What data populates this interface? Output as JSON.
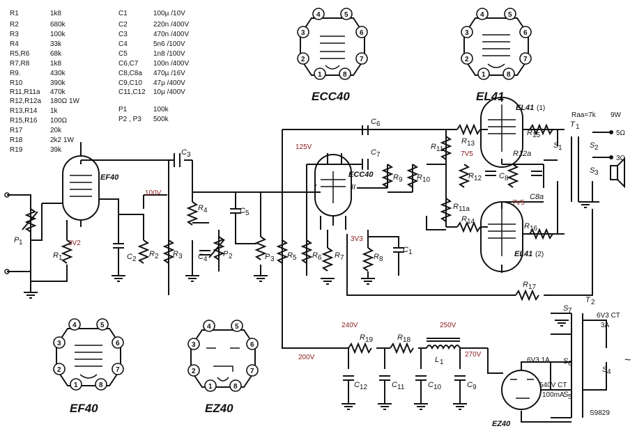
{
  "parts_list": [
    {
      "ref": "R1",
      "value": "1k8"
    },
    {
      "ref": "R2",
      "value": "680k"
    },
    {
      "ref": "R3",
      "value": "100k"
    },
    {
      "ref": "R4",
      "value": "33k"
    },
    {
      "ref": "R5,R6",
      "value": "68k"
    },
    {
      "ref": "R7,R8",
      "value": "1k8"
    },
    {
      "ref": "R9.",
      "value": "430k"
    },
    {
      "ref": "R10",
      "value": "390k"
    },
    {
      "ref": "R11,R11a",
      "value": "470k"
    },
    {
      "ref": "R12,R12a",
      "value": "180Ω 1W"
    },
    {
      "ref": "R13,R14",
      "value": "1k"
    },
    {
      "ref": "R15,R16",
      "value": "100Ω"
    },
    {
      "ref": "R17",
      "value": "20k"
    },
    {
      "ref": "R18",
      "value": "2k2 1W"
    },
    {
      "ref": "R19",
      "value": "39k"
    }
  ],
  "caps_list": [
    {
      "ref": "C1",
      "value": "100µ /10V"
    },
    {
      "ref": "C2",
      "value": "220n /400V"
    },
    {
      "ref": "C3",
      "value": "470n /400V"
    },
    {
      "ref": "C4",
      "value": "5n6 /100V"
    },
    {
      "ref": "C5",
      "value": "1n8 /100V"
    },
    {
      "ref": "C6,C7",
      "value": "100n /400V"
    },
    {
      "ref": "C8,C8a",
      "value": "470µ /16V"
    },
    {
      "ref": "C9,C10",
      "value": "47µ /400V"
    },
    {
      "ref": "C11,C12",
      "value": "10µ /400V"
    }
  ],
  "pots_list": [
    {
      "ref": "P1",
      "value": "100k"
    },
    {
      "ref": "P2 , P3",
      "value": "500k"
    }
  ],
  "tubes": {
    "ecc40": "ECC40",
    "el41": "EL41",
    "ef40": "EF40",
    "ez40": "EZ40",
    "ef40_sch": "EF40",
    "ecc40_sch": "ECC40",
    "el41_1": "EL41",
    "el41_1n": "(1)",
    "el41_2": "EL41",
    "el41_2n": "(2)",
    "ez40_sch": "EZ40"
  },
  "pinouts": {
    "ecc40": [
      "4",
      "5",
      "3",
      "6",
      "2",
      "7",
      "1",
      "8"
    ],
    "el41": [
      "4",
      "5",
      "3",
      "6",
      "2",
      "7",
      "1",
      "8"
    ],
    "ef40": [
      "4",
      "5",
      "3",
      "6",
      "2",
      "7",
      "1",
      "8"
    ],
    "ez40": [
      "4",
      "5",
      "3",
      "6",
      "2",
      "7",
      "1",
      "8"
    ]
  },
  "voltages": {
    "v100": "100V",
    "v2v2": "2V2",
    "v125": "125V",
    "v3v3": "3V3",
    "v7v5a": "7V5",
    "v7v5b": "7V5",
    "v240": "240V",
    "v250": "250V",
    "v200": "200V",
    "v270": "270V"
  },
  "labels": {
    "P1": "P",
    "P1s": "1",
    "R1": "R",
    "R1s": "1",
    "C2": "C",
    "C2s": "2",
    "R2": "R",
    "R2s": "2",
    "R3": "R",
    "R3s": "3",
    "C3": "C",
    "C3s": "3",
    "R4": "R",
    "R4s": "4",
    "C4": "C",
    "C4s": "4",
    "C5": "C",
    "C5s": "5",
    "P2": "P",
    "P2s": "2",
    "P3": "P",
    "P3s": "3",
    "R5": "R",
    "R5s": "5",
    "R6": "R",
    "R6s": "6",
    "R7": "R",
    "R7s": "7",
    "R8": "R",
    "R8s": "8",
    "C1": "C",
    "C1s": "1",
    "C6": "C",
    "C6s": "6",
    "C7": "C",
    "C7s": "7",
    "R9": "R",
    "R9s": "9",
    "R10": "R",
    "R10s": "10",
    "R11": "R",
    "R11s": "11",
    "R11a": "R",
    "R11as": "11a",
    "R12": "R",
    "R12s": "12",
    "R12a": "R12a",
    "C8": "C",
    "C8s": "8",
    "C8a": "C8a",
    "R13": "R",
    "R13s": "13",
    "R14": "R",
    "R14s": "14",
    "R15": "R",
    "R15s": "15",
    "R16": "R",
    "R16s": "16",
    "R17": "R",
    "R17s": "17",
    "R18": "R",
    "R18s": "18",
    "R19": "R",
    "R19s": "19",
    "C9": "C",
    "C9s": "9",
    "C10": "C",
    "C10s": "10",
    "C11": "C",
    "C11s": "11",
    "C12": "C",
    "C12s": "12",
    "L1": "L",
    "L1s": "1",
    "T1": "T",
    "T1s": "1",
    "S1": "S",
    "S1s": "1",
    "S2": "S",
    "S2s": "2",
    "S3": "S",
    "S3s": "3",
    "T2": "T",
    "T2s": "2",
    "S4": "S",
    "S4s": "4",
    "S5": "S",
    "S5s": "5",
    "S6": "S",
    "S6s": "6",
    "S7": "S",
    "S7s": "7",
    "triode1": "I",
    "triode2": "II",
    "code": "S9829"
  },
  "output_transformer": {
    "raa": "Raa=7k",
    "power": "9W",
    "tap5": "5Ω",
    "tap3": "3Ω"
  },
  "power_transformer": {
    "heater1a": "6V3 CT",
    "heater1b": "3A",
    "heater2": "6V3 1A",
    "hv1": "540V CT",
    "hv2": "100mA",
    "mains": "~"
  }
}
